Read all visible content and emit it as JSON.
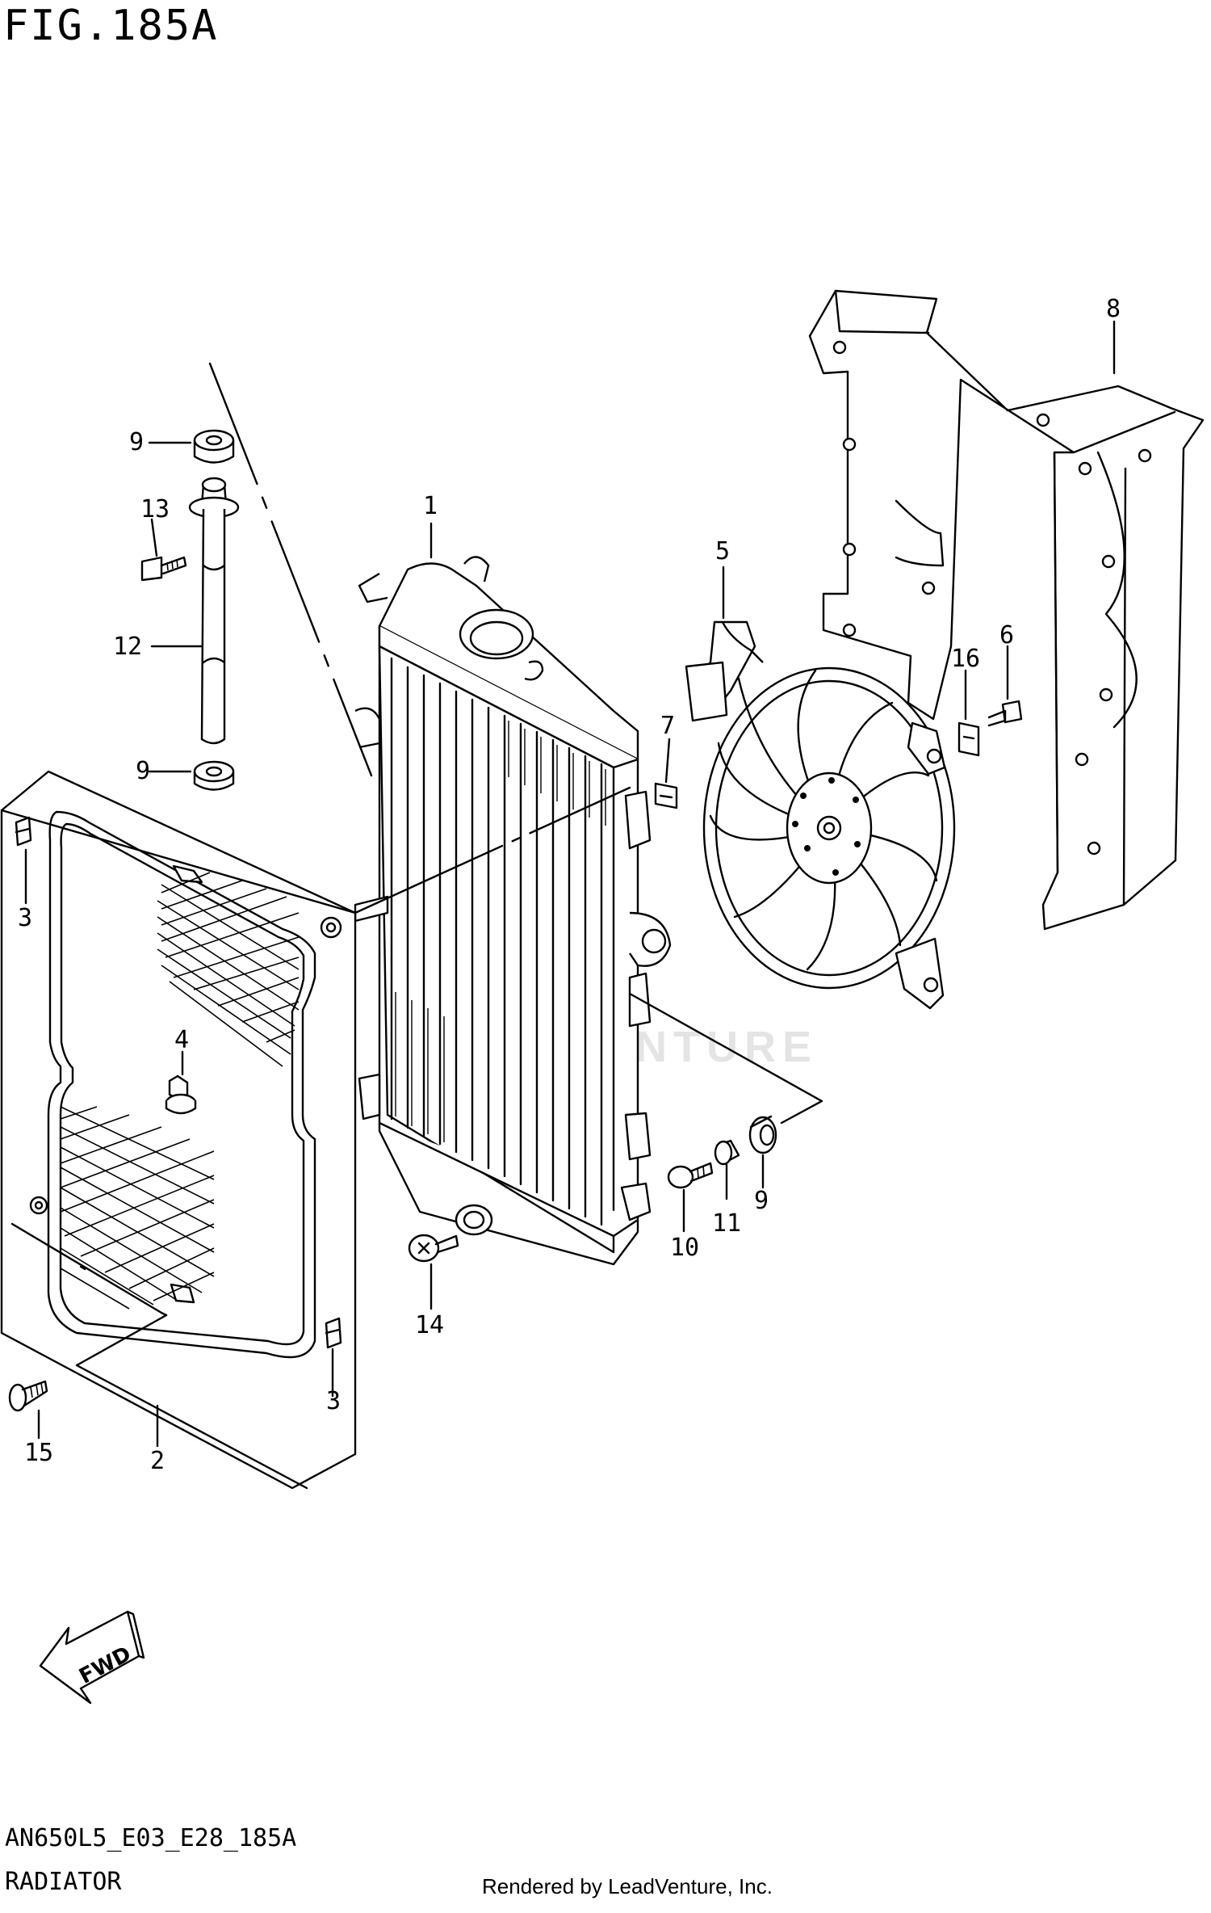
{
  "figure": {
    "title": "FIG.185A",
    "code": "AN650L5_E03_E28_185A",
    "name": "RADIATOR",
    "credit": "Rendered by LeadVenture, Inc.",
    "watermark": "LEADVENTURE",
    "direction_label": "FWD"
  },
  "callouts": [
    {
      "id": "1",
      "label": "1",
      "part": "radiator"
    },
    {
      "id": "2",
      "label": "2",
      "part": "radiator-guard"
    },
    {
      "id": "3a",
      "label": "3",
      "part": "clip-upper"
    },
    {
      "id": "3b",
      "label": "3",
      "part": "clip-lower"
    },
    {
      "id": "4",
      "label": "4",
      "part": "grommet-stud"
    },
    {
      "id": "5",
      "label": "5",
      "part": "cooling-fan"
    },
    {
      "id": "6",
      "label": "6",
      "part": "bolt-bracket"
    },
    {
      "id": "7",
      "label": "7",
      "part": "clip-nut"
    },
    {
      "id": "8",
      "label": "8",
      "part": "bracket"
    },
    {
      "id": "9a",
      "label": "9",
      "part": "grommet-top"
    },
    {
      "id": "9b",
      "label": "9",
      "part": "grommet-mid"
    },
    {
      "id": "9c",
      "label": "9",
      "part": "grommet-fan"
    },
    {
      "id": "10",
      "label": "10",
      "part": "bolt-fan"
    },
    {
      "id": "11",
      "label": "11",
      "part": "collar"
    },
    {
      "id": "12",
      "label": "12",
      "part": "mount-pipe"
    },
    {
      "id": "13",
      "label": "13",
      "part": "bolt-pipe"
    },
    {
      "id": "14",
      "label": "14",
      "part": "drain-bolt"
    },
    {
      "id": "15",
      "label": "15",
      "part": "screw-guard"
    },
    {
      "id": "16",
      "label": "16",
      "part": "clip-bracket"
    }
  ]
}
